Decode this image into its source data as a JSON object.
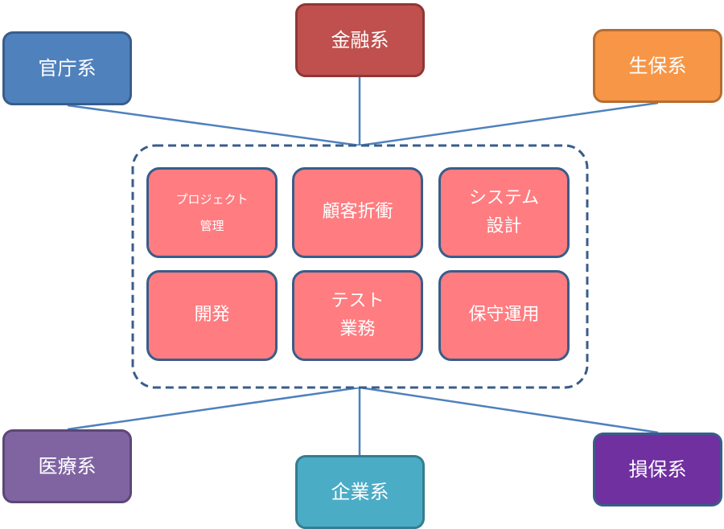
{
  "hubs": {
    "kancho": "官庁系",
    "kinyu": "金融系",
    "seiho": "生保系",
    "iryo": "医療系",
    "kigyo": "企業系",
    "sonpo": "損保系"
  },
  "tasks": {
    "project_mgmt": [
      "プロジェクト",
      "管理"
    ],
    "client_negotiation": "顧客折衝",
    "system_design": [
      "システム",
      "設計"
    ],
    "development": "開発",
    "test": [
      "テスト",
      "業務"
    ],
    "maintenance": "保守運用"
  },
  "colors": {
    "kancho": "#4f81bd",
    "kinyu": "#c0504d",
    "seiho": "#f79646",
    "iryo": "#8064a2",
    "kigyo": "#4bacc6",
    "sonpo": "#7030a0",
    "task_fill": "#ff7c80",
    "connector": "#4f81bd",
    "group_border": "#385d8a"
  }
}
